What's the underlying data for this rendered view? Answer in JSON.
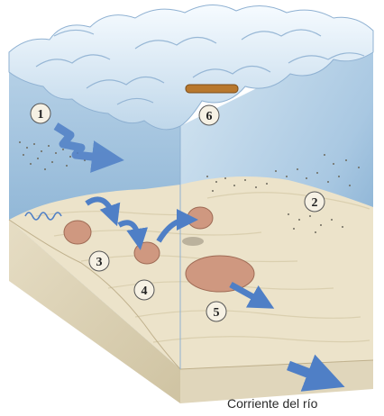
{
  "diagram": {
    "markers": [
      {
        "id": "m1",
        "label": "1"
      },
      {
        "id": "m2",
        "label": "2"
      },
      {
        "id": "m3",
        "label": "3"
      },
      {
        "id": "m4",
        "label": "4"
      },
      {
        "id": "m5",
        "label": "5"
      },
      {
        "id": "m6",
        "label": "6"
      }
    ],
    "caption": "Corriente del río"
  },
  "colors": {
    "water_deep": "#6f9fc8",
    "water_light": "#cfe2ef",
    "sand": "#e9e0c6",
    "soil": "#d9cfb2",
    "stone": "#cf9880",
    "arrow": "#4f7fc6",
    "marker_fill": "#f6f1e4",
    "log": "#b8782e"
  }
}
